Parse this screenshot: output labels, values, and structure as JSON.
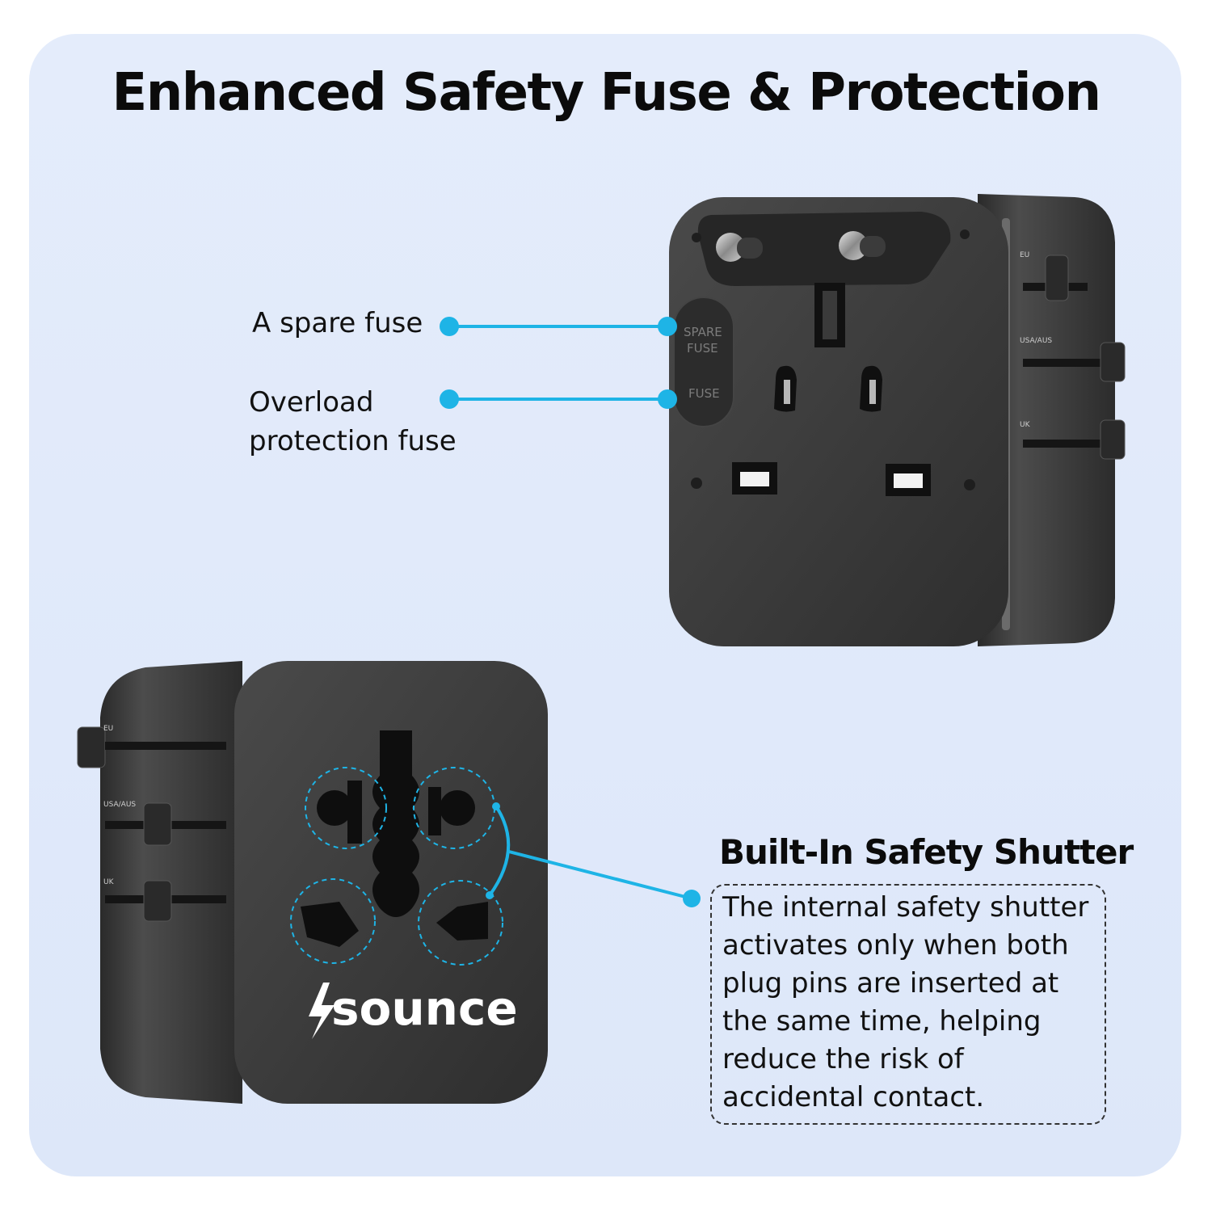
{
  "title": "Enhanced Safety Fuse & Protection",
  "callouts": {
    "spare_fuse": "A spare fuse",
    "overload_fuse": "Overload\nprotection fuse"
  },
  "adapter_top": {
    "fuse_panel": {
      "spare_line1": "SPARE",
      "spare_line2": "FUSE",
      "fuse": "FUSE"
    },
    "side_labels": [
      "EU",
      "USA/AUS",
      "UK"
    ]
  },
  "adapter_bottom": {
    "brand": "sounce",
    "side_labels": [
      "EU",
      "USA/AUS",
      "UK"
    ]
  },
  "shutter": {
    "heading": "Built-In Safety Shutter",
    "description": "The internal safety shutter\nactivates only when both\n plug pins are inserted at\nthe same time, helping\nreduce the risk of\naccidental contact."
  },
  "colors": {
    "accent": "#1eb4e6",
    "panel": "#e0e9fa",
    "adapter": "#3a3a3a"
  }
}
